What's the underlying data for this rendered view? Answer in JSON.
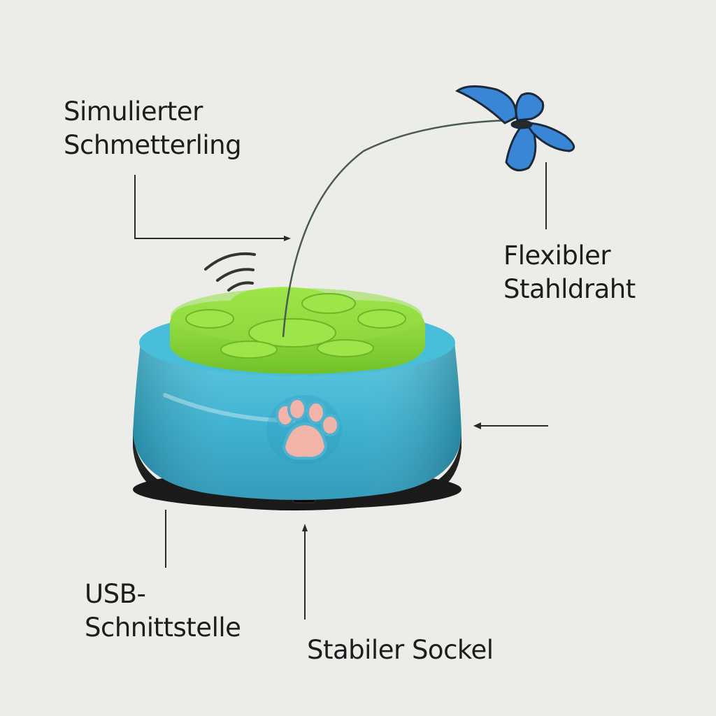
{
  "labels": {
    "butterfly": [
      "Simulierter",
      "Schmetterling"
    ],
    "wire": [
      "Flexibler",
      "Stahldraht"
    ],
    "usb": [
      "USB-",
      "Schnittstelle"
    ],
    "base": [
      "Stabiler Sockel"
    ]
  },
  "colors": {
    "background": "#ecede8",
    "body_blue": "#3cb3d0",
    "lid_green": "#8fd93c",
    "base_black": "#1f1f1f",
    "paw_pink": "#f2b3a8",
    "butterfly_blue": "#3a86d6",
    "line": "#2a2a2a"
  }
}
